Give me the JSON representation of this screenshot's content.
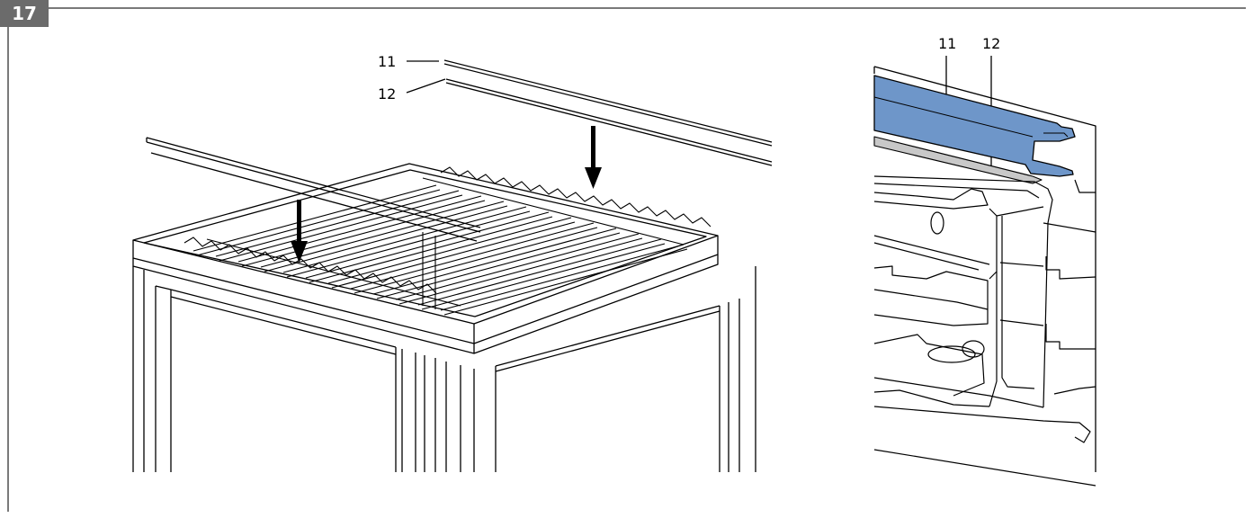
{
  "step": {
    "number": "17"
  },
  "left_view": {
    "callouts": [
      {
        "label": "11"
      },
      {
        "label": "12"
      }
    ]
  },
  "right_view": {
    "callouts": [
      {
        "label": "11"
      },
      {
        "label": "12"
      }
    ],
    "highlight_color": "#6e96c9",
    "gasket_color": "#c8c8c8"
  }
}
